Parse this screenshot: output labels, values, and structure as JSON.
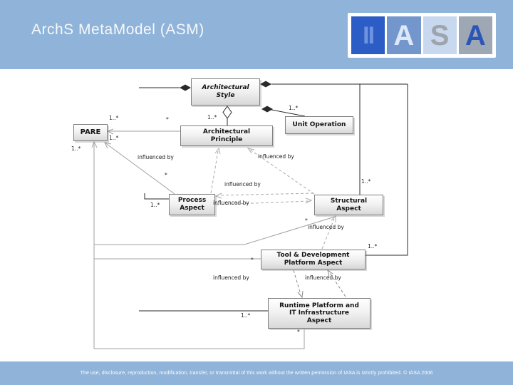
{
  "slide": {
    "title": "ArchS MetaModel (ASM)",
    "footer": "The use, disclosure, reproduction, modification, transfer, or transmittal of this work without the written permission of IASA is strictly prohibited.  © IASA 2006",
    "colors": {
      "background": "#8FB3D9",
      "content_background": "#FFFFFF",
      "title_text": "#F6F8FA",
      "footer_text": "#FFFFFF",
      "node_border": "#7F7F7F",
      "node_fill_top": "#FFFFFF",
      "node_fill_bottom": "#D8D8D8",
      "node_text": "#141414",
      "line_black": "#2A2A2A",
      "line_gray": "#A2A2A2"
    }
  },
  "logo": {
    "name": "IASA",
    "tiles": [
      {
        "letter": "II",
        "bg": "#2C5CC5",
        "fg": "#6E94DE"
      },
      {
        "letter": "A",
        "bg": "#7397CD",
        "fg": "#DCE8F8"
      },
      {
        "letter": "S",
        "bg": "#C7D8EF",
        "fg": "#9EA4AC"
      },
      {
        "letter": "A",
        "bg": "#9EA8B4",
        "fg": "#2C55B8"
      }
    ]
  },
  "diagram": {
    "nodes": {
      "style": {
        "label": "Architectural\nStyle"
      },
      "pare": {
        "label": "PARE"
      },
      "principle": {
        "label": "Architectural\nPrinciple"
      },
      "unit_operation": {
        "label": "Unit Operation"
      },
      "process": {
        "label": "Process\nAspect"
      },
      "structural": {
        "label": "Structural\nAspect"
      },
      "tool": {
        "label": "Tool & Development\nPlatform Aspect"
      },
      "runtime": {
        "label": "Runtime Platform and\nIT Infrastructure\nAspect"
      }
    },
    "labels": [
      {
        "text": "1..*"
      },
      {
        "text": "*"
      },
      {
        "text": "1..*"
      },
      {
        "text": "1..*"
      },
      {
        "text": "influenced by"
      },
      {
        "text": "*"
      },
      {
        "text": "1..*"
      },
      {
        "text": "1..*"
      },
      {
        "text": "1..*"
      },
      {
        "text": "influenced by"
      },
      {
        "text": "influenced by"
      },
      {
        "text": "influenced by"
      },
      {
        "text": "1..*"
      },
      {
        "text": "*"
      },
      {
        "text": "influenced by"
      },
      {
        "text": "1..*"
      },
      {
        "text": "*"
      },
      {
        "text": "influenced by"
      },
      {
        "text": "influenced by"
      },
      {
        "text": "1..*"
      },
      {
        "text": "*"
      }
    ]
  }
}
